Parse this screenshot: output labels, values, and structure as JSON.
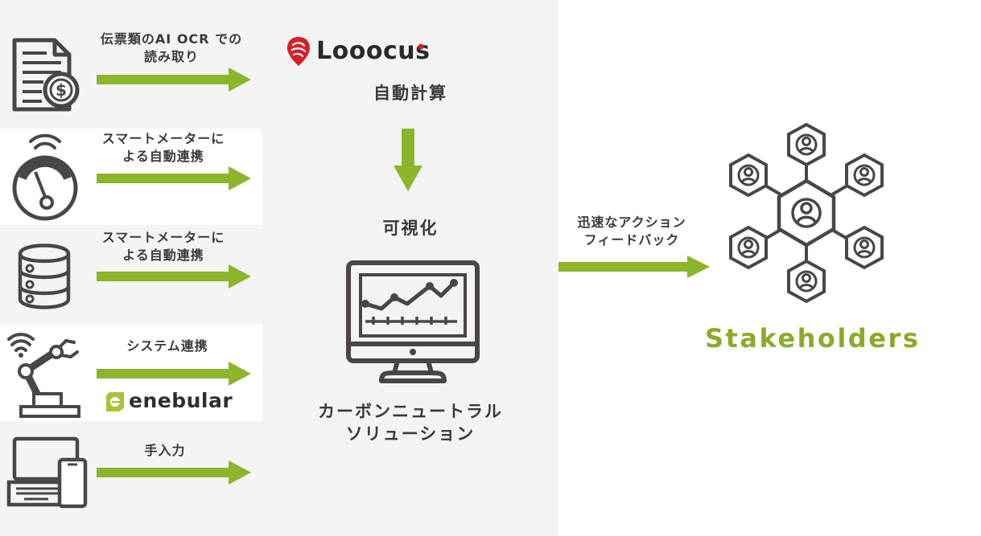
{
  "colors": {
    "arrow": "#8bb52a",
    "icon": "#4a4643",
    "brand_red": "#d81f26",
    "accent_green": "#8aab2a"
  },
  "sources": [
    {
      "icon": "invoice-dollar-icon",
      "label_lines": [
        "伝票類のAI OCR での",
        "読み取り"
      ]
    },
    {
      "icon": "smart-meter-gauge-icon",
      "label_lines": [
        "スマートメーターに",
        "よる自動連携"
      ]
    },
    {
      "icon": "database-icon",
      "label_lines": [
        "スマートメーターに",
        "よる自動連携"
      ]
    },
    {
      "icon": "robot-arm-wifi-icon",
      "label_lines": [
        "システム連携"
      ],
      "logo_text": "enebular"
    },
    {
      "icon": "laptop-phone-icon",
      "label_lines": [
        "手入力"
      ]
    }
  ],
  "center": {
    "logo_text": "Looocus",
    "auto_calc": "自動計算",
    "visualize": "可視化",
    "solution_lines": [
      "カーボンニュートラル",
      "ソリューション"
    ]
  },
  "feedback": {
    "label_lines": [
      "迅速なアクション",
      "フィードバック"
    ]
  },
  "stakeholders": {
    "label": "Stakeholders",
    "icon": "stakeholder-network-icon"
  }
}
